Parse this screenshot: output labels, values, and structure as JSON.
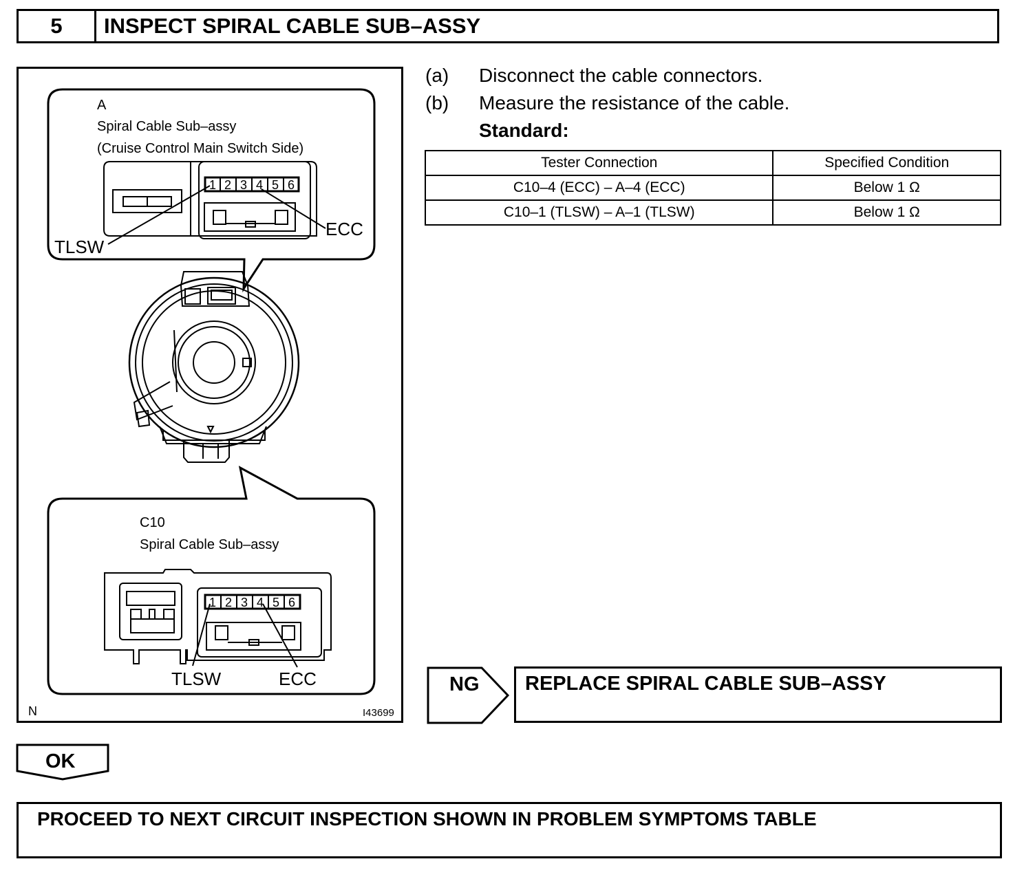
{
  "header": {
    "step_number": "5",
    "title": "INSPECT SPIRAL CABLE SUB–ASSY"
  },
  "figure": {
    "connector_a": {
      "id": "A",
      "name": "Spiral Cable Sub–assy",
      "side": "(Cruise Control Main Switch Side)"
    },
    "connector_c10": {
      "id": "C10",
      "name": "Spiral Cable Sub–assy"
    },
    "pins": [
      "1",
      "2",
      "3",
      "4",
      "5",
      "6"
    ],
    "label_tlsw": "TLSW",
    "label_ecc": "ECC",
    "orientation": "N",
    "illustration_id": "I43699"
  },
  "instructions": [
    {
      "label": "(a)",
      "text": "Disconnect the cable connectors."
    },
    {
      "label": "(b)",
      "text": "Measure the resistance of the cable."
    }
  ],
  "standard_label": "Standard:",
  "spec_table": {
    "headers": [
      "Tester Connection",
      "Specified Condition"
    ],
    "rows": [
      [
        "C10–4 (ECC) – A–4 (ECC)",
        "Below 1 Ω"
      ],
      [
        "C10–1 (TLSW) – A–1 (TLSW)",
        "Below 1 Ω"
      ]
    ]
  },
  "ng_result": {
    "label": "NG",
    "action": "REPLACE SPIRAL CABLE SUB–ASSY"
  },
  "ok_result": {
    "label": "OK",
    "action": "PROCEED TO NEXT CIRCUIT INSPECTION SHOWN IN PROBLEM SYMPTOMS TABLE"
  }
}
